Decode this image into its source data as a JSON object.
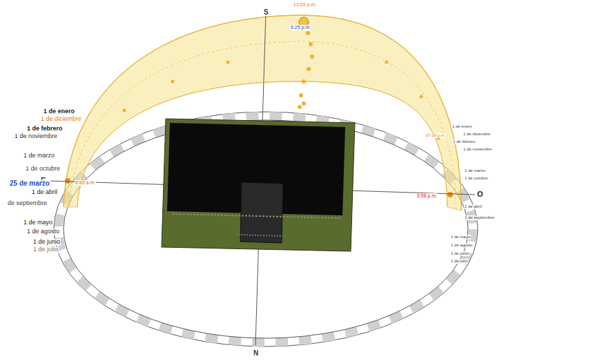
{
  "diagram": {
    "labels": [
      "S",
      "N",
      "E",
      "O",
      "12:03 p.m.",
      "6:25 p.m.",
      "6:43 a.m.",
      "6:56 p.m.",
      "07:26 p.m.",
      "1 de enero",
      "1 de diciembre",
      "1 de febrero",
      "1 de noviembre",
      "1 de marzo",
      "1 de octubre",
      "25 de marzo",
      "1 de abril",
      "de septiembre",
      "1 de mayo",
      "1 de agosto",
      "1 de junio",
      "1 de julio",
      "1 de enero",
      "1 de diciembre",
      "1 de febrero",
      "1 de noviembre",
      "1 de marzo",
      "1 de octubre",
      "1 de abril",
      "1 de septiembre",
      "1 de mayo",
      "1 de agosto",
      "1 de junio",
      "1 de julio"
    ]
  }
}
